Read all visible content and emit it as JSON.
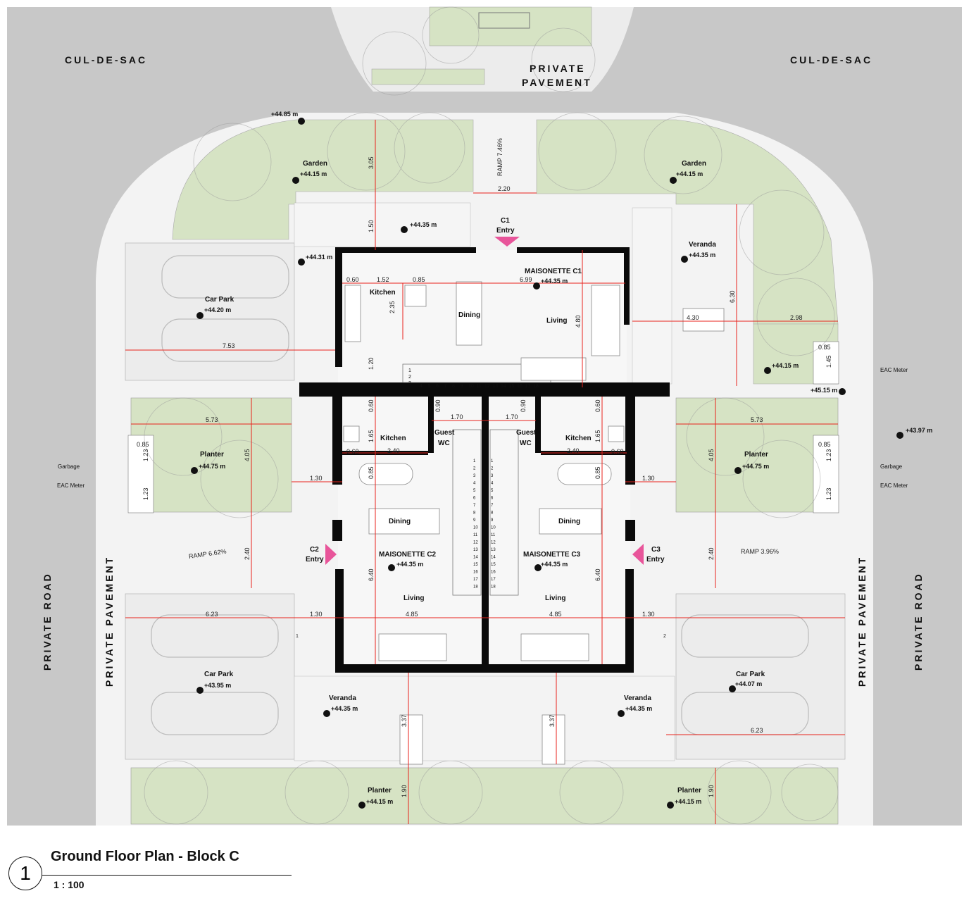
{
  "streets": {
    "cul_de_sac_left": "CUL-DE-SAC",
    "cul_de_sac_right": "CUL-DE-SAC",
    "private_pavement_top_1": "PRIVATE",
    "private_pavement_top_2": "PAVEMENT",
    "private_road_left": "PRIVATE ROAD",
    "private_pavement_left": "PRIVATE PAVEMENT",
    "private_pavement_right": "PRIVATE PAVEMENT",
    "private_road_right": "PRIVATE ROAD"
  },
  "levels": {
    "top_corner": "+44.85 m",
    "garden_left": "+44.15 m",
    "garden_right": "+44.15 m",
    "entry_c1": "+44.35 m",
    "path_left": "+44.31 m",
    "car_park_top_left": "+44.20 m",
    "veranda_c1": "+44.35 m",
    "maisonette_c1": "+44.35 m",
    "lawn_right": "+44.15 m",
    "meter_right": "+45.15 m",
    "pavement_right": "+43.97 m",
    "planter_left": "+44.75 m",
    "planter_right": "+44.75 m",
    "maisonette_c2": "+44.35 m",
    "maisonette_c3": "+44.35 m",
    "car_park_bottom_left": "+43.95 m",
    "car_park_bottom_right": "+44.07 m",
    "veranda_c2": "+44.35 m",
    "veranda_c3": "+44.35 m",
    "planter_bottom_left": "+44.15 m",
    "planter_bottom_right": "+44.15 m"
  },
  "rooms": {
    "garden": "Garden",
    "car_park": "Car Park",
    "planter": "Planter",
    "veranda": "Veranda",
    "kitchen": "Kitchen",
    "dining": "Dining",
    "living": "Living",
    "guest_wc_1": "Guest",
    "guest_wc_2": "WC",
    "entry": "Entry",
    "c1": "C1",
    "c2": "C2",
    "c3": "C3",
    "maisonette_c1": "MAISONETTE C1",
    "maisonette_c2": "MAISONETTE C2",
    "maisonette_c3": "MAISONETTE C3",
    "garbage": "Garbage",
    "eac_meter": "EAC Meter"
  },
  "ramps": {
    "top": "RAMP 7.46%",
    "left": "RAMP 6.62%",
    "right": "RAMP 3.96%"
  },
  "dims": {
    "d305": "3.05",
    "d150": "1.50",
    "d220": "2.20",
    "d060": "0.60",
    "d152": "1.52",
    "d085": "0.85",
    "d235": "2.35",
    "d699": "6.99",
    "d480": "4.80",
    "d630": "6.30",
    "d430": "4.30",
    "d298": "2.98",
    "d753": "7.53",
    "d120": "1.20",
    "d145": "1.45",
    "d573": "5.73",
    "d123": "1.23",
    "d405": "4.05",
    "d090": "0.90",
    "d170": "1.70",
    "d165": "1.65",
    "d240": "2.40",
    "d130": "1.30",
    "d640": "6.40",
    "d623": "6.23",
    "d485": "4.85",
    "d337": "3.37",
    "d190": "1.90",
    "stairs": [
      "1",
      "2",
      "3",
      "4",
      "5",
      "6",
      "7",
      "8",
      "9",
      "10",
      "11",
      "12",
      "13",
      "14",
      "15",
      "16",
      "17",
      "18"
    ],
    "grid_1": "1",
    "grid_2": "2"
  },
  "title": {
    "number": "1",
    "text": "Ground Floor Plan - Block C",
    "scale": "1 : 100"
  },
  "colors": {
    "grey": "#c8c8c8",
    "green": "#d6e3c4",
    "red": "#e8231c",
    "pink": "#e8559a",
    "wall": "#0a0a0a"
  }
}
